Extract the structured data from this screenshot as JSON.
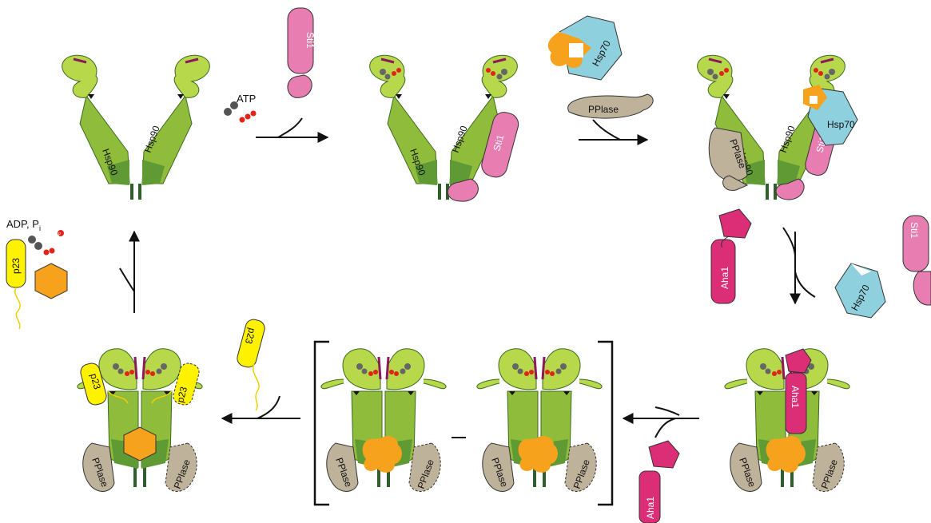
{
  "labels": {
    "hsp90": "Hsp90",
    "sti1": "Sti1",
    "hsp70": "Hsp70",
    "pplase": "PPlase",
    "aha1": "Aha1",
    "p23": "p23",
    "atp": "ATP",
    "adp": "ADP, P",
    "adp_sub": "i",
    "phosphate": "P"
  },
  "colors": {
    "hsp90_light": "#a6ce39",
    "hsp90_dark": "#6aa23b",
    "hsp90_base": "#4e8f3a",
    "sti1": "#e77db0",
    "hsp70": "#8fd0de",
    "pplase": "#bfb29a",
    "aha1": "#dc2d77",
    "p23": "#fff200",
    "client": "#f6a21c",
    "atp_red": "#e2231a",
    "nucleotide_gray": "#555555",
    "lid_purple": "#8b1a5b"
  }
}
